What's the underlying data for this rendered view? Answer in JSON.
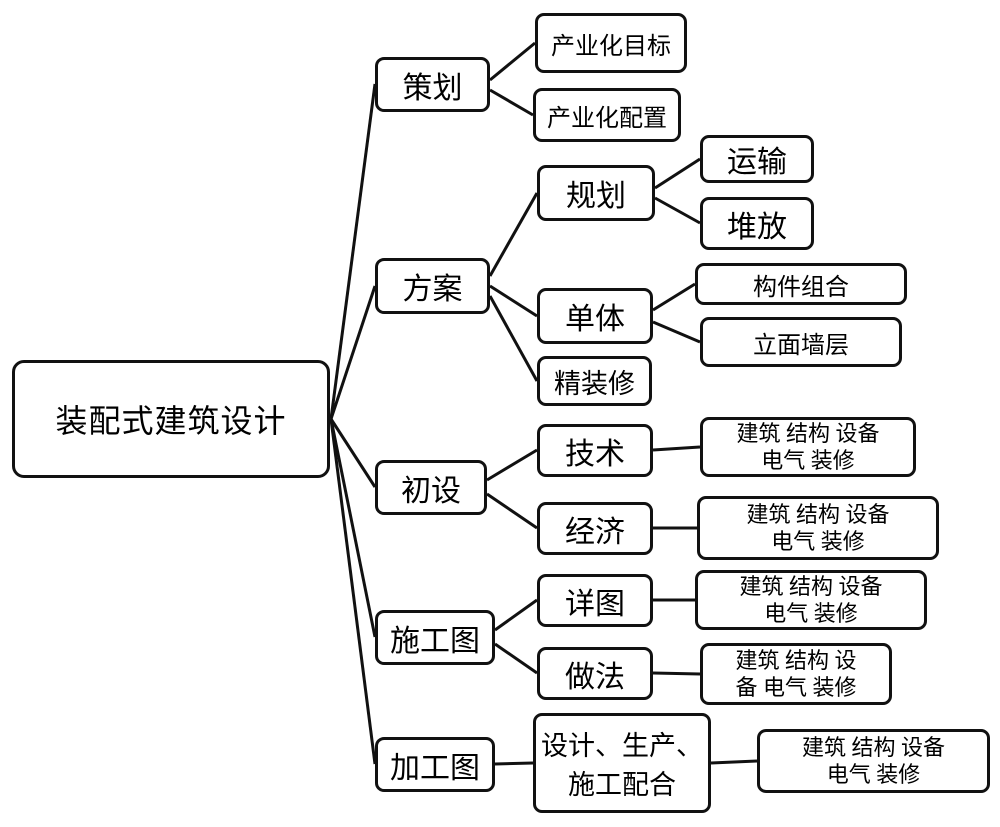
{
  "diagram": {
    "root": "装配式建筑设计",
    "level1": {
      "planning": "策划",
      "scheme": "方案",
      "preliminary": "初设",
      "construction_drawings": "施工图",
      "processing_drawings": "加工图"
    },
    "level2": {
      "industrialization_goal": "产业化目标",
      "industrialization_config": "产业化配置",
      "layout": "规划",
      "single_building": "单体",
      "fine_decoration": "精装修",
      "technical": "技术",
      "economic": "经济",
      "detail_drawings": "详图",
      "methods": "做法",
      "coordination": {
        "line1": "设计、生产、",
        "line2": "施工配合"
      }
    },
    "level3": {
      "transport": "运输",
      "stacking": "堆放",
      "component_combination": "构件组合",
      "facade_wall": "立面墙层",
      "technical_leaf": {
        "line1": "建筑 结构 设备",
        "line2": "电气 装修"
      },
      "economic_leaf": {
        "line1": "建筑 结构 设备",
        "line2": "电气 装修"
      },
      "detail_leaf": {
        "line1": "建筑 结构 设备",
        "line2": "电气 装修"
      },
      "methods_leaf": {
        "line1": "建筑 结构 设",
        "line2": "备 电气 装修"
      },
      "processing_leaf": {
        "line1": "建筑 结构 设备",
        "line2": "电气 装修"
      }
    },
    "colors": {
      "line": "#111111",
      "background": "#ffffff"
    }
  }
}
